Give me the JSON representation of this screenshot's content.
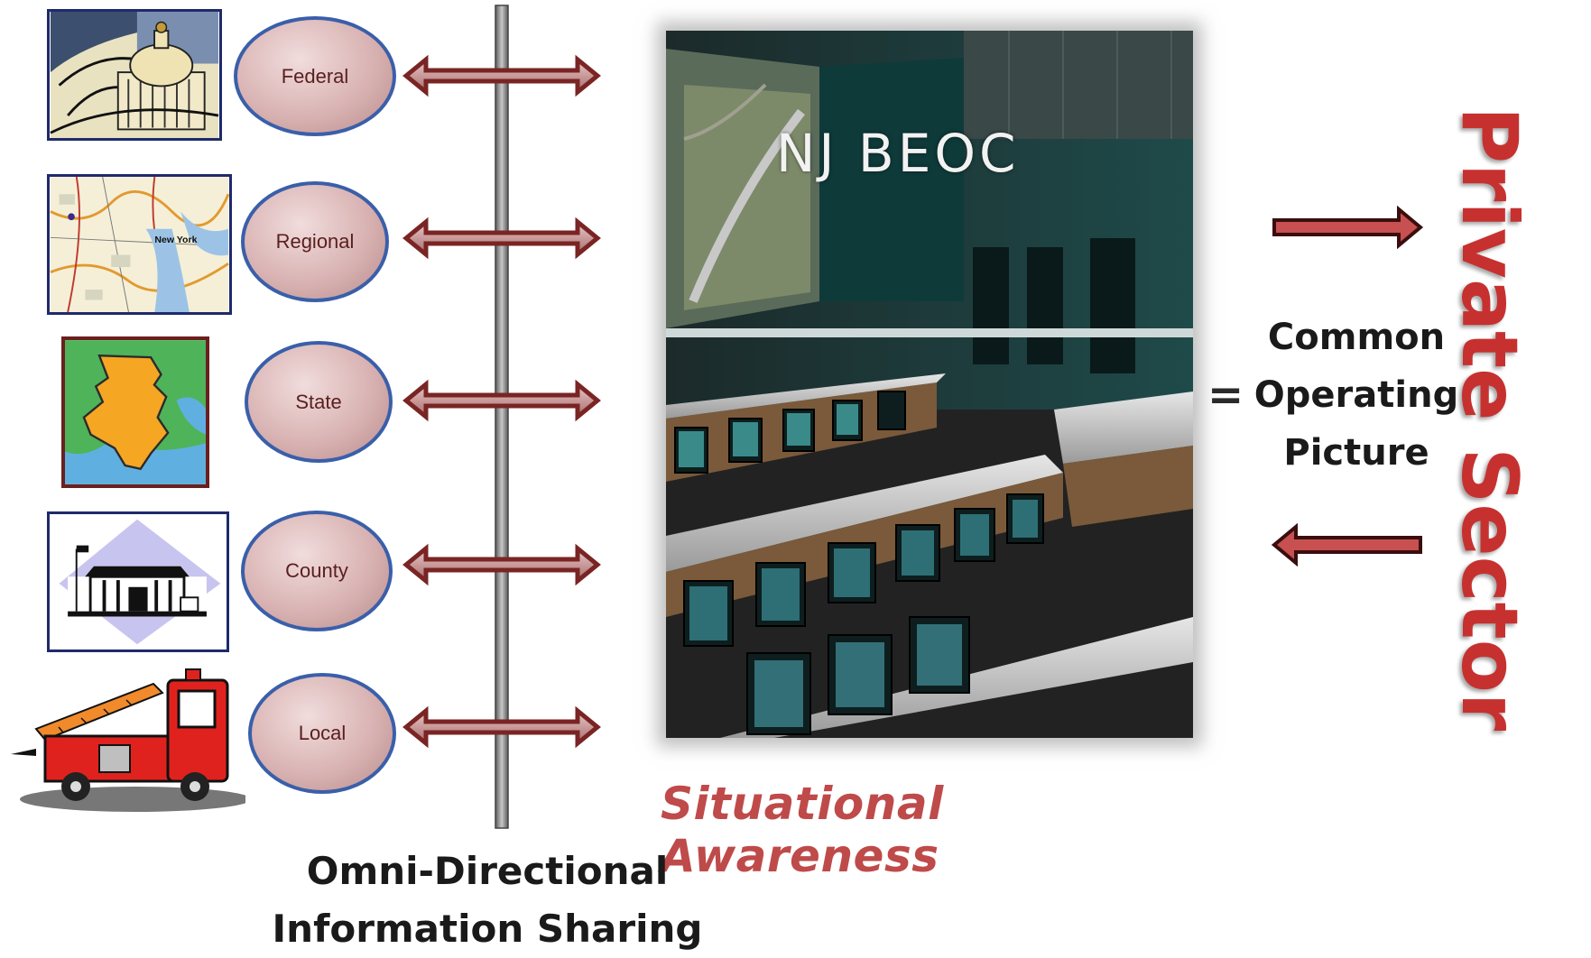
{
  "levels": [
    {
      "label": "Federal",
      "icon": "capitol-building-icon"
    },
    {
      "label": "Regional",
      "icon": "regional-map-icon"
    },
    {
      "label": "State",
      "icon": "new-jersey-map-icon"
    },
    {
      "label": "County",
      "icon": "county-courthouse-icon"
    },
    {
      "label": "Local",
      "icon": "fire-truck-icon"
    }
  ],
  "regional_map_place": "New York",
  "beoc_title": "NJ BEOC",
  "situational_awareness": "Situational Awareness",
  "omni_label": {
    "line1": "Omni-Directional",
    "line2": "Information Sharing"
  },
  "equals_sign": "=",
  "cop_label": {
    "line1": "Common",
    "line2": "Operating",
    "line3": "Picture"
  },
  "private_sector": "Private Sector",
  "colors": {
    "arrow_fill": "#c85050",
    "arrow_stroke": "#5a1414",
    "ellipse_border": "#3a5faa",
    "private_sector": "#c6312f",
    "situational_awareness": "#bf4a4a"
  }
}
